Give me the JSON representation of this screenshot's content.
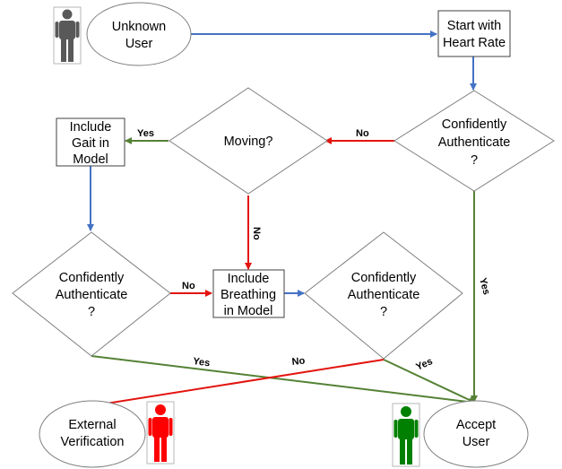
{
  "nodes": {
    "unknown_user": [
      "Unknown",
      "User"
    ],
    "start_heart_rate": [
      "Start with",
      "Heart Rate"
    ],
    "auth_top": [
      "Confidently",
      "Authenticate",
      "?"
    ],
    "moving": [
      "Moving?"
    ],
    "include_gait": [
      "Include",
      "Gait  in",
      "Model"
    ],
    "auth_left": [
      "Confidently",
      "Authenticate",
      "?"
    ],
    "include_breathing": [
      "Include",
      "Breathing",
      "in Model"
    ],
    "auth_mid": [
      "Confidently",
      "Authenticate",
      "?"
    ],
    "external_verification": [
      "External",
      "Verification"
    ],
    "accept_user": [
      "Accept",
      "User"
    ]
  },
  "edge_labels": {
    "auth_top_no": "No",
    "moving_yes": "Yes",
    "moving_no": "No",
    "auth_top_yes": "Yes",
    "auth_left_no": "No",
    "auth_left_yes": "Yes",
    "auth_mid_no": "No",
    "auth_mid_yes": "Yes"
  },
  "colors": {
    "blue_arrow": "#4472c4",
    "red_arrow": "#e3140f",
    "green_arrow": "#548235",
    "person_unknown": "#595959",
    "person_rejected": "#ff0000",
    "person_accepted": "#008000"
  },
  "icons": {
    "unknown_person": "person-icon",
    "rejected_person": "person-icon",
    "accepted_person": "person-icon"
  }
}
